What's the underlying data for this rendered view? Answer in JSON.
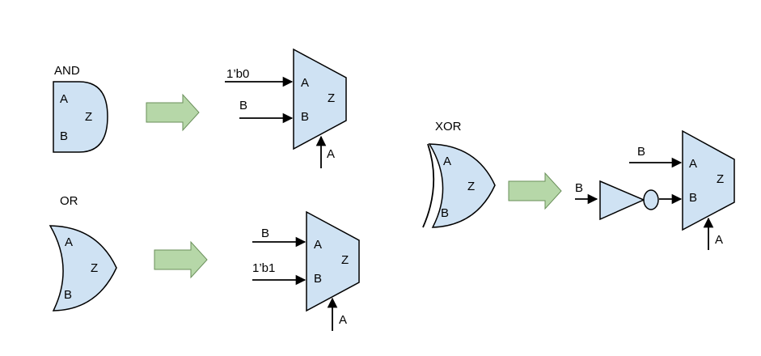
{
  "colors": {
    "gate_fill": "#cfe2f3",
    "arrow_fill": "#b6d7a8",
    "stroke": "#000000"
  },
  "and": {
    "title": "AND",
    "gate": {
      "in_a": "A",
      "in_b": "B",
      "out": "Z"
    },
    "mux": {
      "in_top": "1’b0",
      "in_mid": "B",
      "pin_a": "A",
      "pin_b": "B",
      "out": "Z",
      "sel": "A"
    }
  },
  "or": {
    "title": "OR",
    "gate": {
      "in_a": "A",
      "in_b": "B",
      "out": "Z"
    },
    "mux": {
      "in_top": "B",
      "in_mid": "1’b1",
      "pin_a": "A",
      "pin_b": "B",
      "out": "Z",
      "sel": "A"
    }
  },
  "xor": {
    "title": "XOR",
    "gate": {
      "in_a": "A",
      "in_b": "B",
      "out": "Z"
    },
    "inverter_input": "B",
    "mux": {
      "in_top": "B",
      "pin_a": "A",
      "pin_b": "B",
      "out": "Z",
      "sel": "A"
    }
  }
}
